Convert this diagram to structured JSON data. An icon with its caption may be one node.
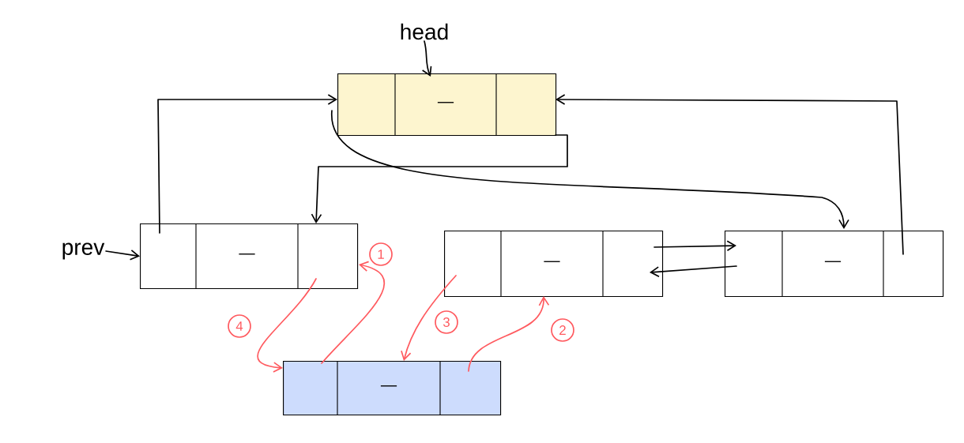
{
  "diagram": {
    "nodes": [
      {
        "text": [
          "head"
        ]
      },
      {
        "text": [
          "—"
        ]
      },
      {
        "text": [
          "prev"
        ]
      },
      {
        "text": [
          "—"
        ]
      },
      {
        "text": [
          "—"
        ]
      },
      {
        "text": [
          "—"
        ]
      },
      {
        "text": [
          "—"
        ]
      }
    ],
    "edges": [
      {
        "from": 0,
        "to": 1,
        "arrow": "to"
      },
      {
        "from": 2,
        "to": 3,
        "arrow": "to"
      },
      {
        "from": 3,
        "to": 1,
        "arrow": "to"
      },
      {
        "from": 1,
        "to": 3,
        "arrow": "to"
      },
      {
        "from": 1,
        "to": 5,
        "arrow": "to"
      },
      {
        "from": 5,
        "to": 1,
        "arrow": "to"
      },
      {
        "from": 4,
        "to": 5,
        "arrow": "to"
      },
      {
        "from": 5,
        "to": 4,
        "arrow": "to"
      },
      {
        "from": 6,
        "to": 3,
        "arrow": "to",
        "label": "1",
        "color": "#ff5a5f"
      },
      {
        "from": 6,
        "to": 4,
        "arrow": "to",
        "label": "2",
        "color": "#ff5a5f"
      },
      {
        "from": 4,
        "to": 6,
        "arrow": "to",
        "label": "3",
        "color": "#ff5a5f"
      },
      {
        "from": 3,
        "to": 6,
        "arrow": "to",
        "label": "4",
        "color": "#ff5a5f"
      }
    ]
  }
}
